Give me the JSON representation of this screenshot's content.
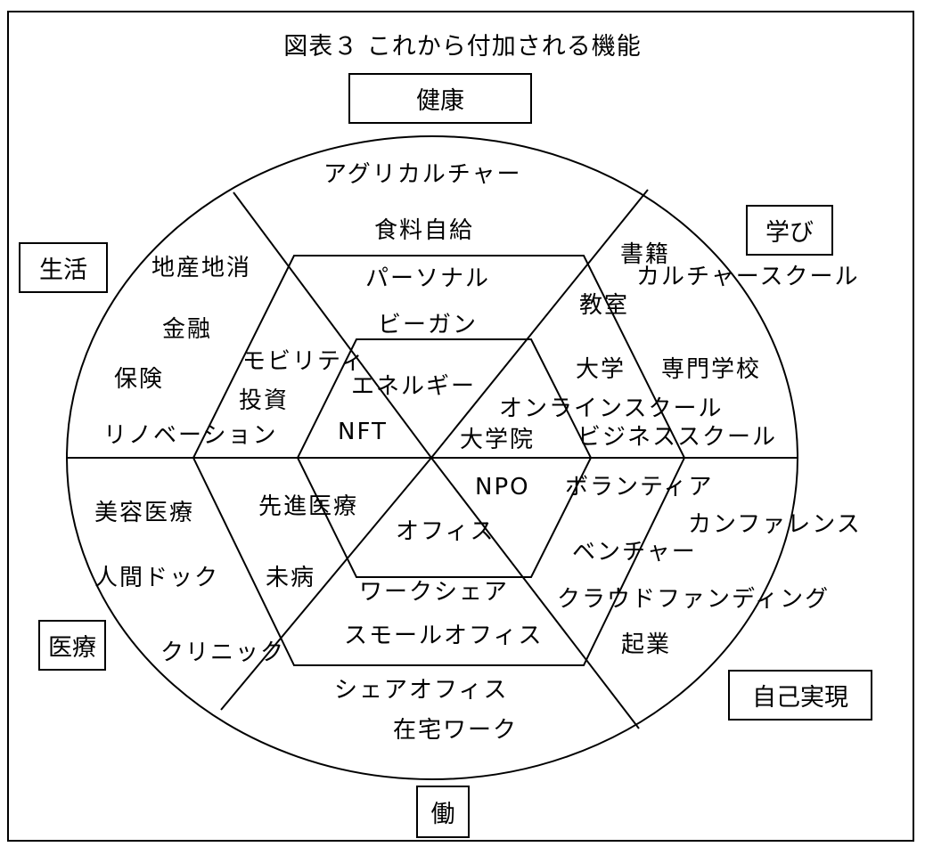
{
  "title": "図表３ これから付加される機能",
  "categories": {
    "health": "健康",
    "learning": "学び",
    "life": "生活",
    "medical": "医療",
    "work": "働",
    "self_realization": "自己実現"
  },
  "labels": {
    "health": {
      "outer": [
        "アグリカルチャー",
        "食料自給"
      ],
      "middle": [
        "パーソナル",
        "ビーガン"
      ],
      "inner": [
        "エネルギー"
      ]
    },
    "learning": {
      "outer": [
        "書籍",
        "カルチャースクール",
        "専門学校",
        "ビジネススクール"
      ],
      "middle": [
        "教室",
        "大学",
        "オンラインスクール"
      ],
      "inner": [
        "大学院"
      ]
    },
    "life": {
      "outer": [
        "地産地消",
        "金融",
        "保険",
        "リノベーション"
      ],
      "middle": [
        "モビリティ",
        "投資"
      ],
      "inner": [
        "NFT"
      ]
    },
    "medical": {
      "outer": [
        "美容医療",
        "人間ドック",
        "クリニック"
      ],
      "middle": [
        "先進医療",
        "未病"
      ],
      "inner": []
    },
    "work": {
      "outer": [
        "シェアオフィス",
        "在宅ワーク"
      ],
      "middle": [
        "ワークシェア",
        "スモールオフィス"
      ],
      "inner": [
        "オフィス"
      ]
    },
    "self_realization": {
      "outer": [
        "カンファレンス",
        "クラウドファンディング",
        "起業"
      ],
      "middle": [
        "ボランティア",
        "ベンチャー"
      ],
      "inner": [
        "NPO"
      ]
    }
  },
  "colors": {
    "line": "#000000",
    "background": "#ffffff"
  }
}
